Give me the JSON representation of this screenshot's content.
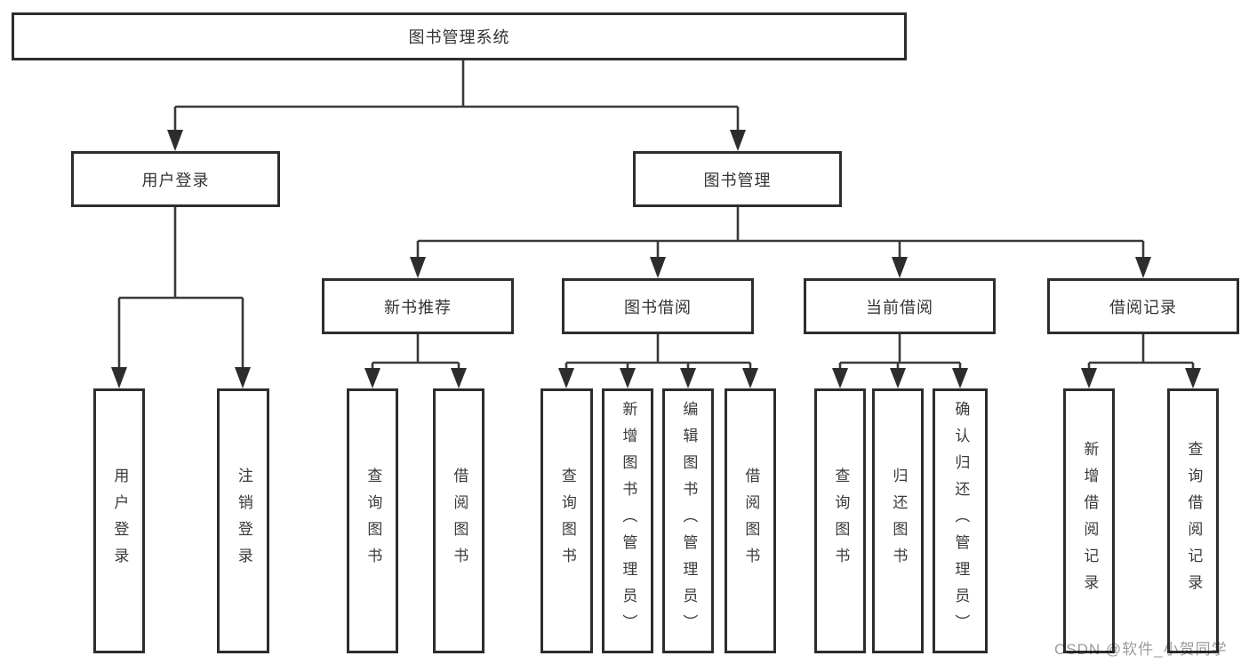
{
  "diagram_title": "图书管理系统",
  "colors": {
    "background": "#ffffff",
    "box_border": "#2d2d2d",
    "box_fill": "#ffffff",
    "line": "#3a3a3a",
    "text": "#333333",
    "watermark": "#9b9b9b"
  },
  "watermark": {
    "text": "CSDN @软件_小贺同学"
  },
  "tree": {
    "label": "图书管理系统",
    "children": [
      {
        "label": "用户登录",
        "children": [
          {
            "label": "用户登录"
          },
          {
            "label": "注销登录"
          }
        ]
      },
      {
        "label": "图书管理",
        "children": [
          {
            "label": "新书推荐",
            "children": [
              {
                "label": "查询图书"
              },
              {
                "label": "借阅图书"
              }
            ]
          },
          {
            "label": "图书借阅",
            "children": [
              {
                "label": "查询图书"
              },
              {
                "label": "新增图书（管理员）"
              },
              {
                "label": "编辑图书（管理员）"
              },
              {
                "label": "借阅图书"
              }
            ]
          },
          {
            "label": "当前借阅",
            "children": [
              {
                "label": "查询图书"
              },
              {
                "label": "归还图书"
              },
              {
                "label": "确认归还（管理员）"
              }
            ]
          },
          {
            "label": "借阅记录",
            "children": [
              {
                "label": "新增借阅记录"
              },
              {
                "label": "查询借阅记录"
              }
            ]
          }
        ]
      }
    ]
  }
}
